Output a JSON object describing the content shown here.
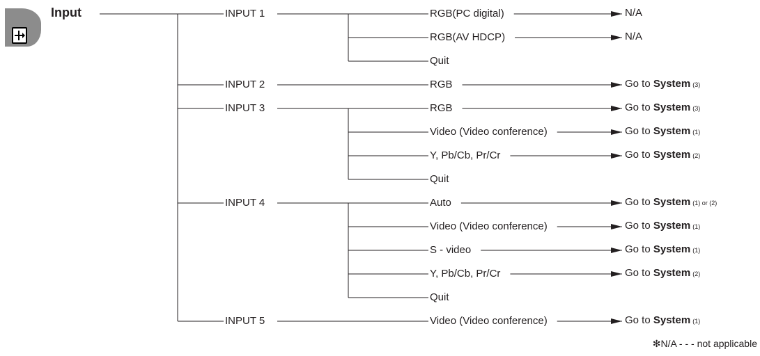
{
  "menu": {
    "title": "Input",
    "icon": "input-icon",
    "badge_color": "#8c8c8c",
    "line_color": "#231f20"
  },
  "inputs": [
    {
      "label": "INPUT 1",
      "options": [
        {
          "label": "RGB(PC digital)",
          "result": {
            "text": "N/A"
          }
        },
        {
          "label": "RGB(AV HDCP)",
          "result": {
            "text": "N/A"
          }
        },
        {
          "label": "Quit"
        }
      ]
    },
    {
      "label": "INPUT 2",
      "options": [
        {
          "label": "RGB",
          "result": {
            "prefix": "Go to ",
            "target": "System",
            "ref": "(3)"
          }
        }
      ]
    },
    {
      "label": "INPUT 3",
      "options": [
        {
          "label": "RGB",
          "result": {
            "prefix": "Go to ",
            "target": "System",
            "ref": "(3)"
          }
        },
        {
          "label": "Video (Video conference)",
          "result": {
            "prefix": "Go to ",
            "target": "System",
            "ref": "(1)"
          }
        },
        {
          "label": "Y, Pb/Cb, Pr/Cr",
          "result": {
            "prefix": "Go to ",
            "target": "System",
            "ref": "(2)"
          }
        },
        {
          "label": "Quit"
        }
      ]
    },
    {
      "label": "INPUT 4",
      "options": [
        {
          "label": "Auto",
          "result": {
            "prefix": "Go to ",
            "target": "System",
            "ref": "(1) or (2)"
          }
        },
        {
          "label": "Video (Video conference)",
          "result": {
            "prefix": "Go to ",
            "target": "System",
            "ref": "(1)"
          }
        },
        {
          "label": "S - video",
          "result": {
            "prefix": "Go to ",
            "target": "System",
            "ref": "(1)"
          }
        },
        {
          "label": "Y, Pb/Cb, Pr/Cr",
          "result": {
            "prefix": "Go to ",
            "target": "System",
            "ref": "(2)"
          }
        },
        {
          "label": "Quit"
        }
      ]
    },
    {
      "label": "INPUT 5",
      "options": [
        {
          "label": "Video (Video conference)",
          "result": {
            "prefix": "Go to ",
            "target": "System",
            "ref": "(1)"
          }
        }
      ]
    }
  ],
  "footnote": "✻N/A - - - not applicable"
}
